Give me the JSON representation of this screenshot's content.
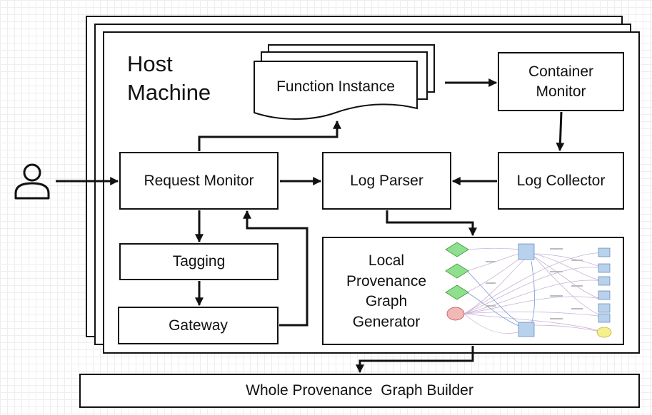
{
  "host": {
    "title_line1": "Host",
    "title_line2": "Machine"
  },
  "nodes": {
    "function_instance": "Function Instance",
    "container_monitor": "Container Monitor",
    "request_monitor": "Request Monitor",
    "log_parser": "Log Parser",
    "log_collector": "Log Collector",
    "tagging": "Tagging",
    "gateway": "Gateway",
    "local_provenance": "Local Provenance Graph Generator",
    "whole_provenance": "Whole Provenance  Graph Builder"
  },
  "icons": {
    "user": "user-icon",
    "graph": "provenance-graph-thumbnail"
  }
}
